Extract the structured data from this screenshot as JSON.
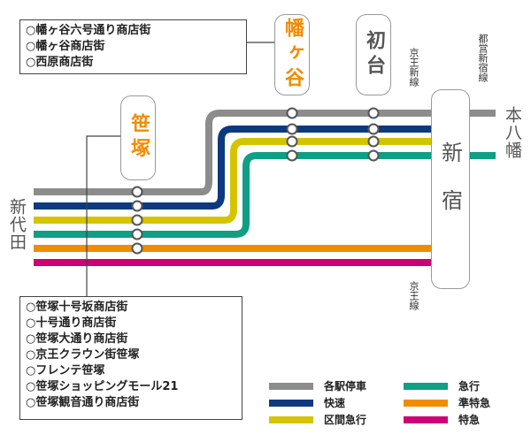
{
  "stations": {
    "hatagaya": "幡ヶ谷",
    "hatsudai": "初台",
    "sasazuka": "笹塚",
    "shinjuku": "新宿",
    "shindaita": "新代田",
    "motoyawata": "本八幡"
  },
  "line_labels": {
    "keio_shinsen_top": "京王新線",
    "toei_shinjuku": "都営新宿線",
    "keio_line": "京王線"
  },
  "shopping": {
    "hatagaya": [
      "○幡ヶ谷六号通り商店街",
      "○幡ヶ谷商店街",
      "○西原商店街"
    ],
    "sasazuka": [
      "○笹塚十号坂商店街",
      "○十号通り商店街",
      "○笹塚大通り商店街",
      "○京王クラウン街笹塚",
      "○フレンテ笹塚",
      "○笹塚ショッピングモール21",
      "○笹塚観音通り商店街"
    ]
  },
  "legend": [
    {
      "label": "各駅停車",
      "color": "#8c8c8c"
    },
    {
      "label": "快速",
      "color": "#0d3a7e"
    },
    {
      "label": "区間急行",
      "color": "#d4c400"
    },
    {
      "label": "急行",
      "color": "#0e9f84"
    },
    {
      "label": "準特急",
      "color": "#f08c00"
    },
    {
      "label": "特急",
      "color": "#cc0077"
    }
  ],
  "colors": {
    "station_highlight": "#f08c00",
    "station_normal": "#666666"
  }
}
